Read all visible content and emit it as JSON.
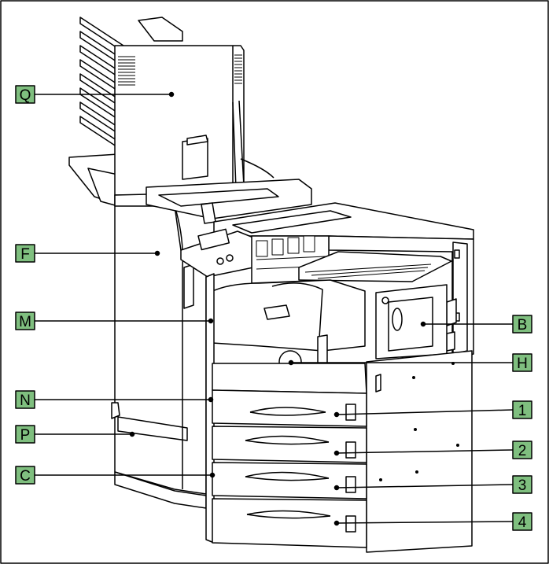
{
  "diagram": {
    "callouts": [
      {
        "id": "Q",
        "label": "Q"
      },
      {
        "id": "F",
        "label": "F"
      },
      {
        "id": "M",
        "label": "M"
      },
      {
        "id": "N",
        "label": "N"
      },
      {
        "id": "P",
        "label": "P"
      },
      {
        "id": "C",
        "label": "C"
      },
      {
        "id": "B",
        "label": "B"
      },
      {
        "id": "H",
        "label": "H"
      },
      {
        "id": "1",
        "label": "1"
      },
      {
        "id": "2",
        "label": "2"
      },
      {
        "id": "3",
        "label": "3"
      },
      {
        "id": "4",
        "label": "4"
      }
    ]
  },
  "colors": {
    "label_fill": "#7fbf7f",
    "line": "#000000",
    "body_fill": "#ffffff",
    "frame": "#000000"
  }
}
